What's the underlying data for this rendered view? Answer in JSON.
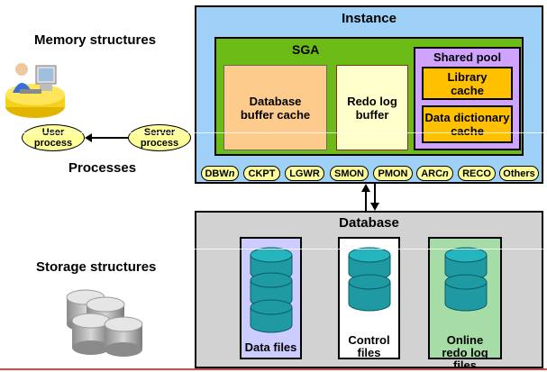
{
  "instance": {
    "title": "Instance",
    "sga": {
      "title": "SGA",
      "database_buffer_cache": "Database buffer cache",
      "redo_log_buffer": "Redo log buffer",
      "shared_pool": {
        "title": "Shared pool",
        "library_cache": "Library cache",
        "data_dictionary_cache": "Data dictionary cache"
      }
    },
    "background_processes": [
      "DBWn",
      "CKPT",
      "LGWR",
      "SMON",
      "PMON",
      "ARCn",
      "RECO",
      "Others"
    ]
  },
  "database": {
    "title": "Database",
    "files": [
      "Data files",
      "Control files",
      "Online redo log files"
    ]
  },
  "left": {
    "memory_structures": "Memory structures",
    "processes": "Processes",
    "storage_structures": "Storage structures",
    "user_process": "User process",
    "server_process": "Server process"
  },
  "colors": {
    "instance_bg": "#9fd0f7",
    "sga_bg": "#6cbb16",
    "db_buffer_bg": "#fdcb8c",
    "redo_buffer_bg": "#ffffcc",
    "shared_pool_bg": "#cfa3ff",
    "cache_bg": "#ffc000",
    "process_bg": "#ffff99",
    "database_bg": "#d2d2d2",
    "cylinder": "#1f9aa3"
  }
}
